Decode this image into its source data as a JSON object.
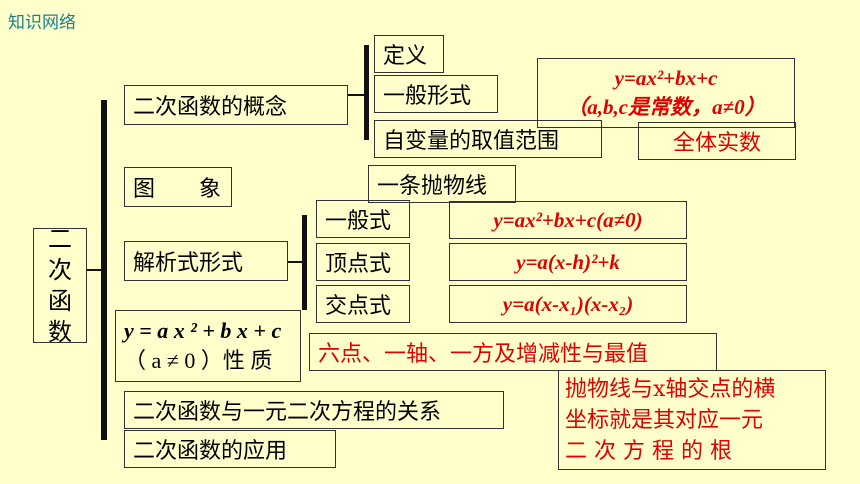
{
  "header": {
    "title": "知识网络"
  },
  "root": {
    "chars": [
      "二",
      "次",
      "函",
      "数"
    ]
  },
  "nodes": {
    "concept": "二次函数的概念",
    "graph": "图　　象",
    "forms": "解析式形式",
    "props_y": "y = a x ² + b x + c",
    "props_tail": "（ a ≠ 0 ）性 质",
    "relation": "二次函数与一元二次方程的关系",
    "application": "二次函数的应用"
  },
  "concept_children": {
    "definition": "定义",
    "general": "一般形式",
    "domain": "自变量的取值范围"
  },
  "values": {
    "general_formula": "y=ax²+bx+c",
    "general_condition": "（a,b,c是常数，a≠0）",
    "domain": "全体实数",
    "graph": "一条抛物线",
    "properties": "六点、一轴、一方及增减性与最值",
    "relation_lines": [
      "抛物线与x轴交点的横",
      "坐标就是其对应一元",
      "二 次 方 程 的 根"
    ]
  },
  "forms": {
    "general_label": "一般式",
    "vertex_label": "顶点式",
    "intercept_label": "交点式",
    "general_formula": "y=ax²+bx+c(a≠0)",
    "vertex_formula": "y=a(x-h)²+k",
    "intercept_formula": "y=a(x-x₁)(x-x₂)"
  }
}
